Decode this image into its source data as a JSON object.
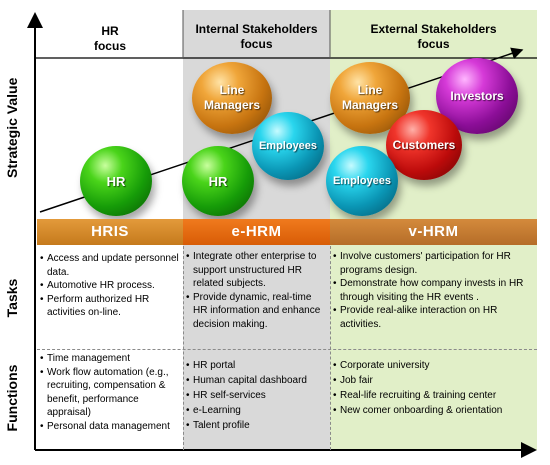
{
  "axis": {
    "y_top_label": "Strategic  Value",
    "y_mid_label": "Tasks",
    "y_bot_label": "Functions"
  },
  "columns": [
    {
      "header": "HR\nfocus",
      "bar": "HRIS"
    },
    {
      "header": "Internal Stakeholders\nfocus",
      "bar": "e-HRM"
    },
    {
      "header": "External Stakeholders\nfocus",
      "bar": "v-HRM"
    }
  ],
  "spheres": {
    "hr1": "HR",
    "line_managers1": "Line\nManagers",
    "employees1": "Employees",
    "hr2": "HR",
    "line_managers2": "Line\nManagers",
    "investors": "Investors",
    "customers": "Customers",
    "employees2": "Employees"
  },
  "tasks": [
    [
      "Access and update personnel data.",
      "Automotive HR process.",
      "Perform authorized HR activities on-line."
    ],
    [
      "Integrate other enterprise to support unstructured HR related subjects.",
      "Provide dynamic, real-time HR information and enhance decision making."
    ],
    [
      "Involve customers' participation for HR programs design.",
      "Demonstrate how company invests in HR through visiting the HR events .",
      "Provide real-alike interaction on HR activities."
    ]
  ],
  "functions": [
    [
      "Time management",
      "Work flow automation (e.g., recruiting, compensation & benefit, performance appraisal)",
      "Personal data management"
    ],
    [
      "HR portal",
      "Human capital dashboard",
      "HR self-services",
      "e-Learning",
      "Talent profile"
    ],
    [
      "Corporate university",
      "Job fair",
      "Real-life recruiting & training center",
      "New comer onboarding & orientation"
    ]
  ],
  "colors": {
    "gray_column": "#d9d9d9",
    "green_column": "#e1efc8",
    "hris_bar": "#d98a2c",
    "ehrm_bar": "#e86c12",
    "vhrm_bar": "#c57c32"
  }
}
